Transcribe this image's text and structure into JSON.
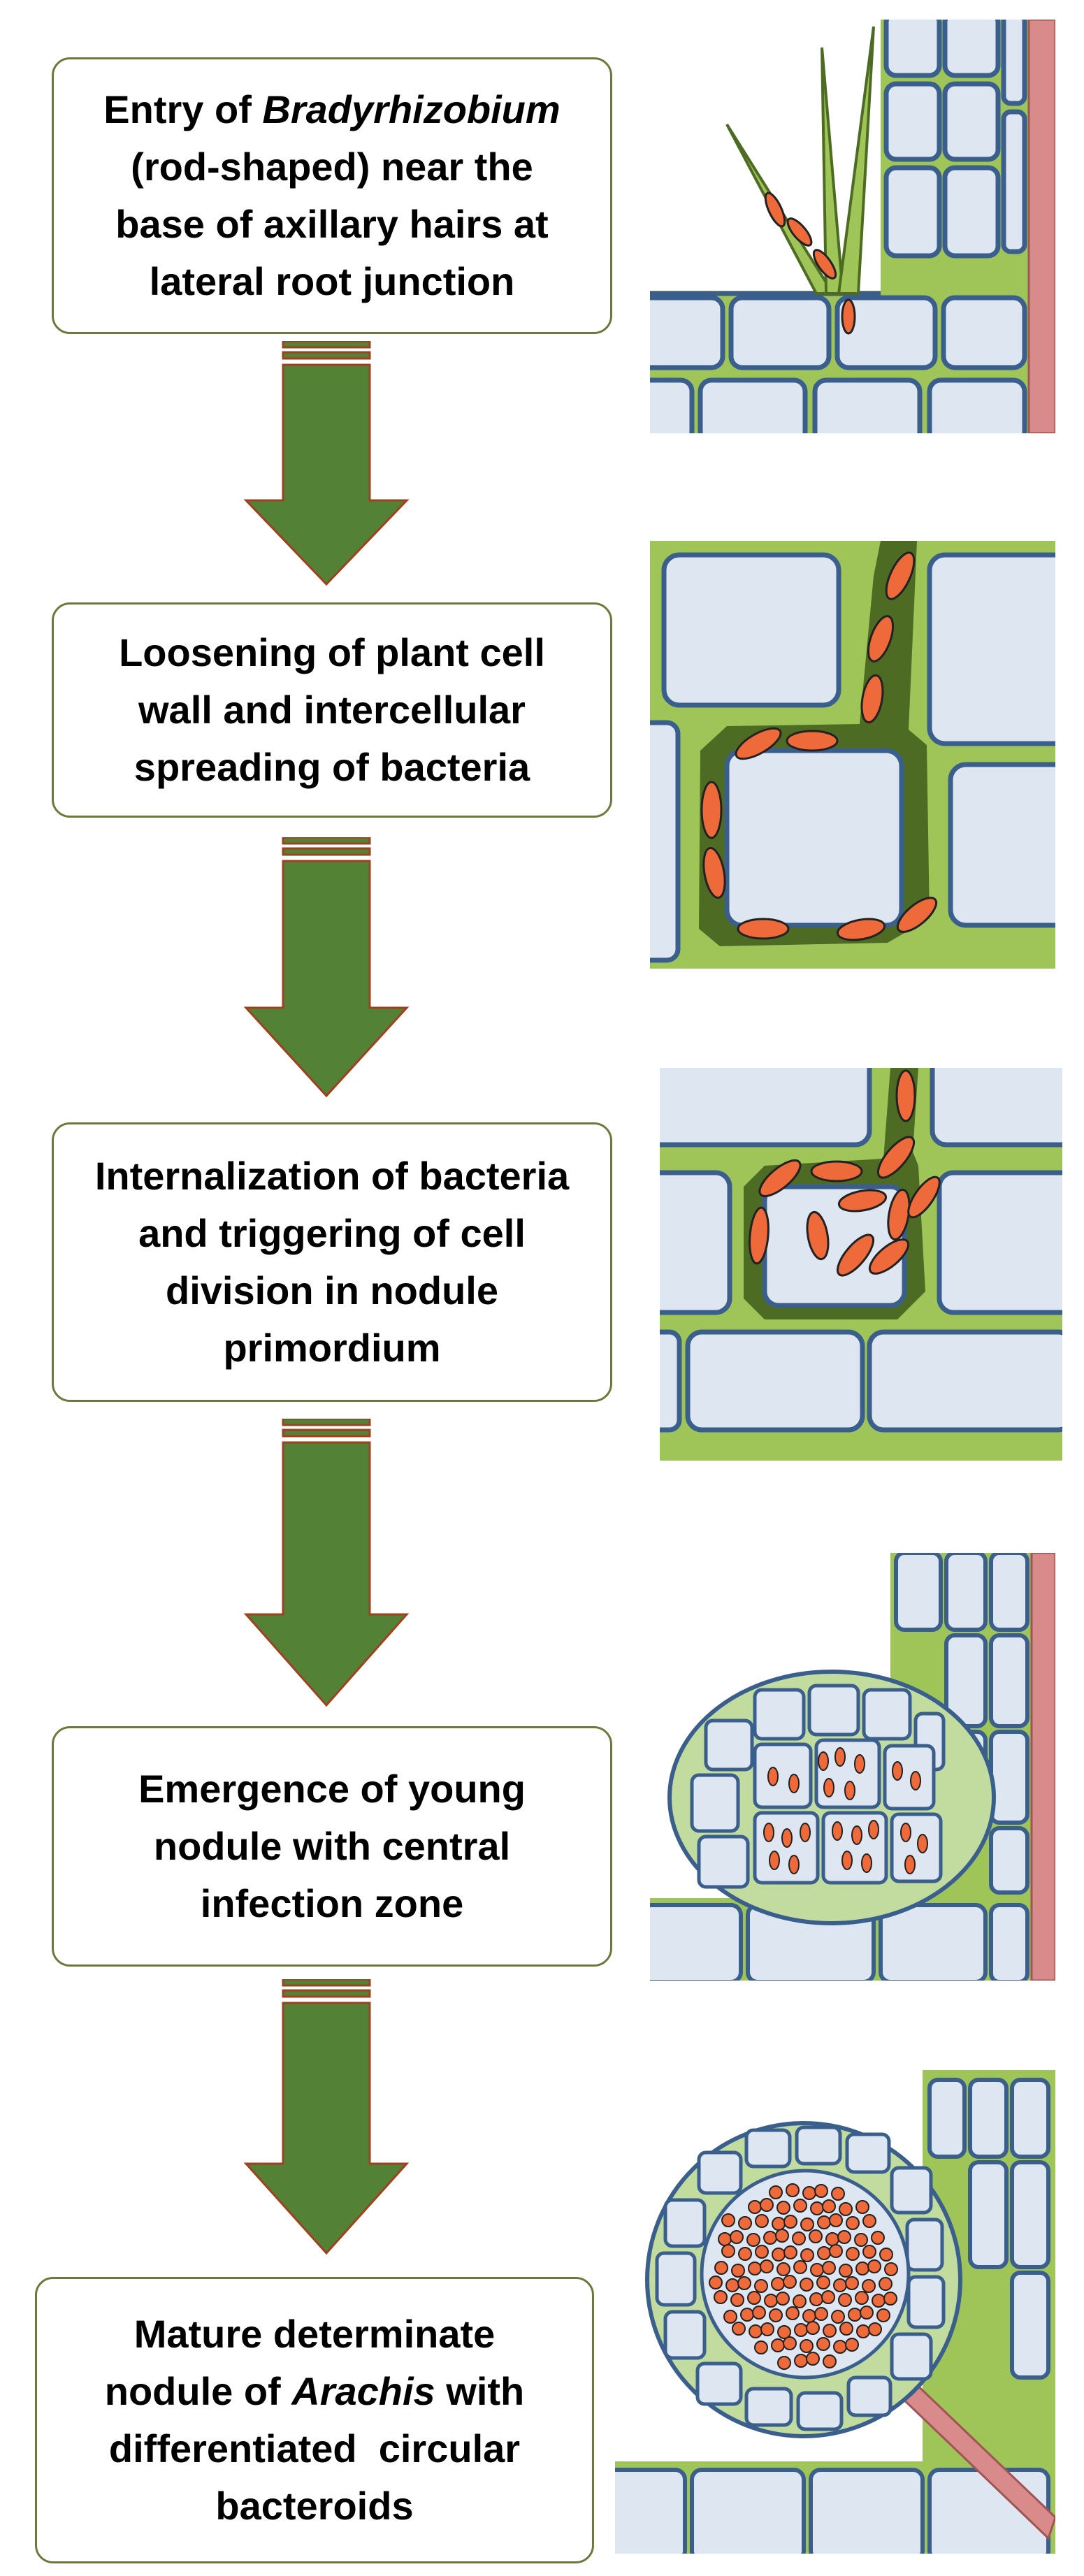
{
  "colors": {
    "cell_fill": "#dde6f1",
    "cell_stroke": "#3b5f8c",
    "wall_green": "#9fc559",
    "infection_thread": "#4d6b23",
    "bacteria": "#ef6a3a",
    "arrow_green": "#538135",
    "arrow_outline": "#a0401e",
    "vascular_red": "#d98b8b",
    "nodule_outer": "#c2dca0"
  },
  "steps": [
    {
      "lines": [
        [
          {
            "text": "Entry of "
          },
          {
            "text": "Bradyrhizobium",
            "italic": true
          }
        ],
        [
          {
            "text": "(rod-shaped) near the"
          }
        ],
        [
          {
            "text": "base of axillary hairs at"
          }
        ],
        [
          {
            "text": "lateral root junction"
          }
        ]
      ]
    },
    {
      "lines": [
        [
          {
            "text": "Loosening of plant cell"
          }
        ],
        [
          {
            "text": "wall and intercellular"
          }
        ],
        [
          {
            "text": "spreading of bacteria"
          }
        ]
      ]
    },
    {
      "lines": [
        [
          {
            "text": "Internalization of bacteria"
          }
        ],
        [
          {
            "text": "and triggering of cell"
          }
        ],
        [
          {
            "text": "division in nodule"
          }
        ],
        [
          {
            "text": "primordium"
          }
        ]
      ]
    },
    {
      "lines": [
        [
          {
            "text": "Emergence of young"
          }
        ],
        [
          {
            "text": "nodule with central"
          }
        ],
        [
          {
            "text": "infection zone"
          }
        ]
      ]
    },
    {
      "lines": [
        [
          {
            "text": "Mature determinate"
          }
        ],
        [
          {
            "text": "nodule of "
          },
          {
            "text": "Arachis",
            "italic": true
          },
          {
            "text": " with"
          }
        ],
        [
          {
            "text": "differentiated  circular"
          }
        ],
        [
          {
            "text": "bacteroids"
          }
        ]
      ]
    }
  ]
}
